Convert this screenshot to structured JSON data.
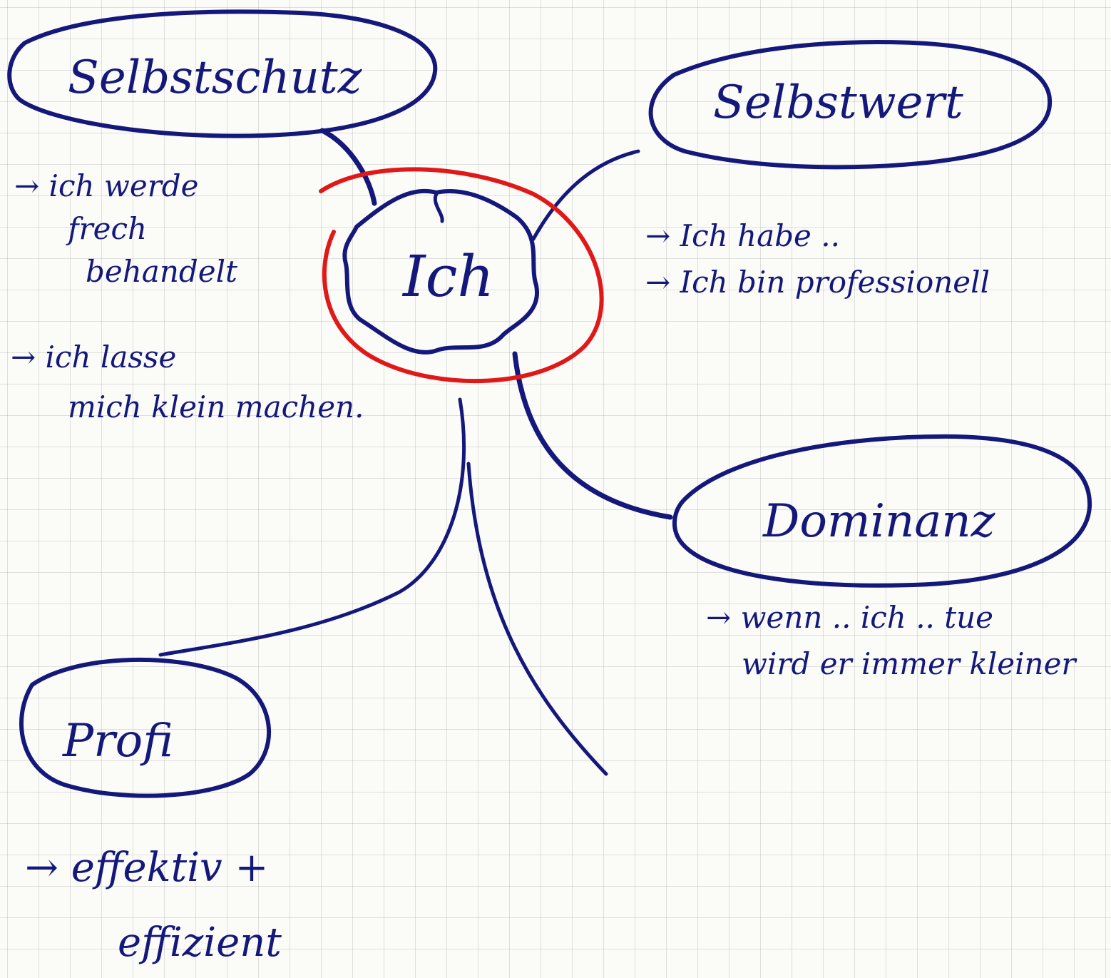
{
  "colors": {
    "ink": "#14187a",
    "highlight": "#e01818",
    "paper": "#fbfbf8",
    "grid": "#969696"
  },
  "center": {
    "label": "Ich"
  },
  "nodes": {
    "selbstschutz": {
      "label": "Selbstschutz",
      "notes": [
        "→ ich werde",
        "frech",
        "behandelt",
        "→ ich lasse",
        "mich klein machen."
      ]
    },
    "selbstwert": {
      "label": "Selbstwert",
      "notes": [
        "→ Ich habe ..",
        "→ Ich bin professionell"
      ]
    },
    "dominanz": {
      "label": "Dominanz",
      "notes": [
        "→ wenn .. ich .. tue",
        "wird er immer kleiner"
      ]
    },
    "profi": {
      "label": "Profi",
      "notes": [
        "→ effektiv +",
        "effizient"
      ]
    }
  }
}
